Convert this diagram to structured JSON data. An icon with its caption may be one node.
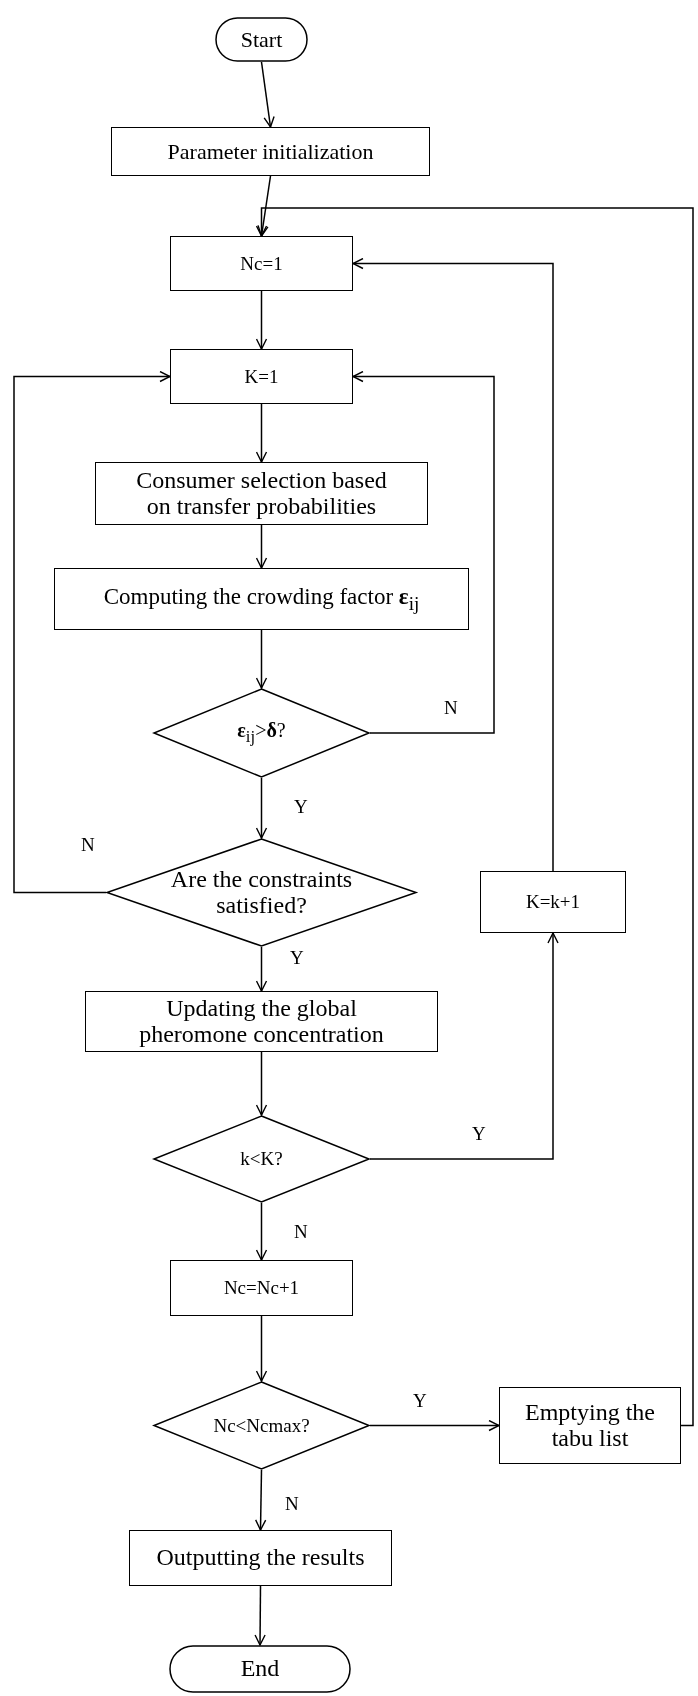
{
  "diagram": {
    "nodes": [
      {
        "text": [
          "Start"
        ]
      },
      {
        "text": [
          "Parameter initialization"
        ]
      },
      {
        "text": [
          "Nc=1"
        ]
      },
      {
        "text": [
          "K=1"
        ]
      },
      {
        "text": [
          "Consumer selection based on transfer probabilities"
        ]
      },
      {
        "text": [
          "Computing the crowding factor **ε**$_{ij}$"
        ]
      },
      {
        "text": [
          "**ε**$_{ij}$>**δ**?"
        ]
      },
      {
        "text": [
          "Are the constraints satisfied?"
        ]
      },
      {
        "text": [
          "K=k+1"
        ]
      },
      {
        "text": [
          "Updating the global pheromone concentration"
        ]
      },
      {
        "text": [
          "k<K?"
        ]
      },
      {
        "text": [
          "Nc=Nc+1"
        ]
      },
      {
        "text": [
          "Nc<Ncmax?"
        ]
      },
      {
        "text": [
          "Emptying the tabu list"
        ]
      },
      {
        "text": [
          "Outputting the results"
        ]
      },
      {
        "text": [
          "End"
        ]
      }
    ],
    "edges": [
      {
        "from": 0,
        "to": 1,
        "arrow": "to"
      },
      {
        "from": 1,
        "to": 2,
        "arrow": "to"
      },
      {
        "from": 13,
        "to": 2,
        "arrow": "to"
      },
      {
        "from": 8,
        "to": 2,
        "arrow": "to"
      },
      {
        "from": 2,
        "to": 3,
        "arrow": "to"
      },
      {
        "from": 7,
        "to": 3,
        "arrow": "to",
        "label": "N"
      },
      {
        "from": 6,
        "to": 3,
        "arrow": "to",
        "label": "N"
      },
      {
        "from": 3,
        "to": 4,
        "arrow": "to"
      },
      {
        "from": 4,
        "to": 5,
        "arrow": "to"
      },
      {
        "from": 5,
        "to": 6,
        "arrow": "to"
      },
      {
        "from": 6,
        "to": 7,
        "arrow": "to",
        "label": "Y"
      },
      {
        "from": 7,
        "to": 9,
        "arrow": "to",
        "label": "Y"
      },
      {
        "from": 9,
        "to": 10,
        "arrow": "to"
      },
      {
        "from": 10,
        "to": 8,
        "arrow": "to",
        "label": "Y"
      },
      {
        "from": 10,
        "to": 11,
        "arrow": "to",
        "label": "N"
      },
      {
        "from": 11,
        "to": 12,
        "arrow": "to"
      },
      {
        "from": 12,
        "to": 13,
        "arrow": "to",
        "label": "Y"
      },
      {
        "from": 12,
        "to": 14,
        "arrow": "to",
        "label": "N"
      },
      {
        "from": 14,
        "to": 15,
        "arrow": "to"
      }
    ]
  }
}
